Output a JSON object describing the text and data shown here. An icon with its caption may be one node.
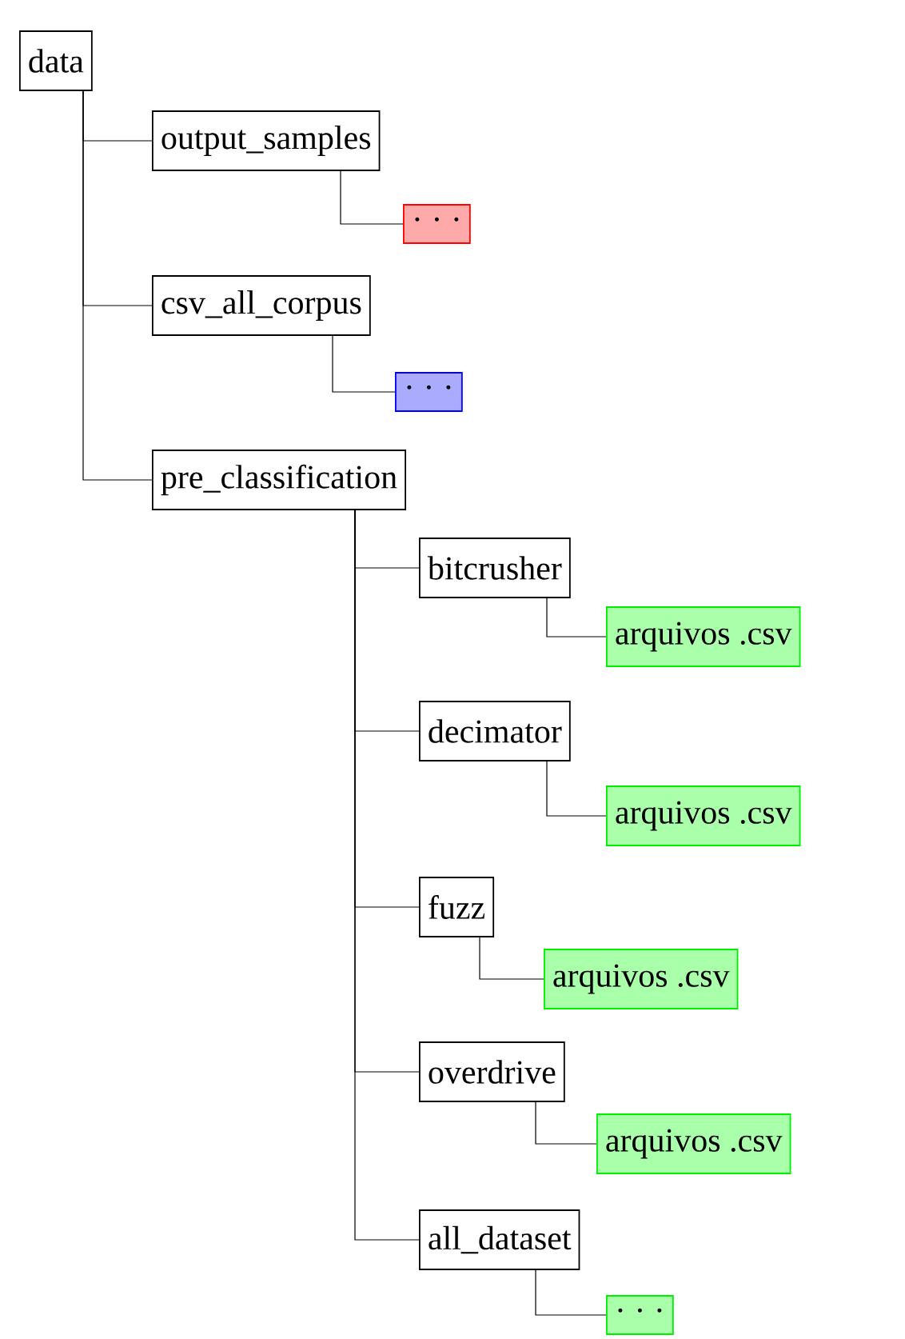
{
  "diagram": {
    "nodes": [
      {
        "text": [
          "data"
        ]
      },
      {
        "text": [
          "output_samples"
        ]
      },
      {
        "text": [
          "· · ·"
        ]
      },
      {
        "text": [
          "csv_all_corpus"
        ]
      },
      {
        "text": [
          "· · ·"
        ]
      },
      {
        "text": [
          "pre_classification"
        ]
      },
      {
        "text": [
          "bitcrusher"
        ]
      },
      {
        "text": [
          "arquivos .csv"
        ]
      },
      {
        "text": [
          "decimator"
        ]
      },
      {
        "text": [
          "arquivos .csv"
        ]
      },
      {
        "text": [
          "fuzz"
        ]
      },
      {
        "text": [
          "arquivos .csv"
        ]
      },
      {
        "text": [
          "overdrive"
        ]
      },
      {
        "text": [
          "arquivos .csv"
        ]
      },
      {
        "text": [
          "all_dataset"
        ]
      },
      {
        "text": [
          "· · ·"
        ]
      }
    ],
    "edges": [
      {
        "from": 0,
        "to": 1,
        "arrow": "none"
      },
      {
        "from": 1,
        "to": 2,
        "arrow": "none"
      },
      {
        "from": 0,
        "to": 3,
        "arrow": "none"
      },
      {
        "from": 3,
        "to": 4,
        "arrow": "none"
      },
      {
        "from": 0,
        "to": 5,
        "arrow": "none"
      },
      {
        "from": 5,
        "to": 6,
        "arrow": "none"
      },
      {
        "from": 6,
        "to": 7,
        "arrow": "none"
      },
      {
        "from": 5,
        "to": 8,
        "arrow": "none"
      },
      {
        "from": 8,
        "to": 9,
        "arrow": "none"
      },
      {
        "from": 5,
        "to": 10,
        "arrow": "none"
      },
      {
        "from": 10,
        "to": 11,
        "arrow": "none"
      },
      {
        "from": 5,
        "to": 12,
        "arrow": "none"
      },
      {
        "from": 12,
        "to": 13,
        "arrow": "none"
      },
      {
        "from": 5,
        "to": 14,
        "arrow": "none"
      },
      {
        "from": 14,
        "to": 15,
        "arrow": "none"
      }
    ]
  }
}
